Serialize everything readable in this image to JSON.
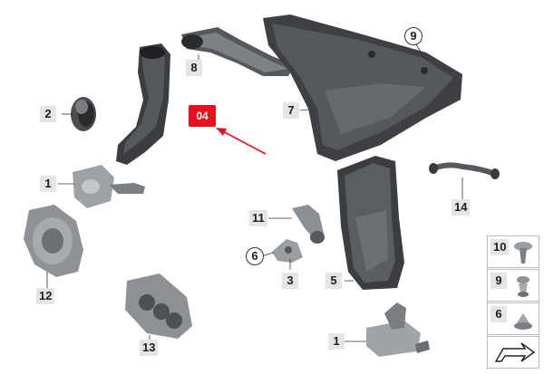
{
  "diagram": {
    "highlight_label": "04",
    "callouts": {
      "c1_top": "1",
      "c2": "2",
      "c3": "3",
      "c5": "5",
      "c6": "6",
      "c7": "7",
      "c8": "8",
      "c9": "9",
      "c11": "11",
      "c12": "12",
      "c13": "13",
      "c14": "14",
      "c1_bottom": "1"
    },
    "legend": [
      {
        "label": "10",
        "icon": "push-clip-icon"
      },
      {
        "label": "9",
        "icon": "expanding-rivet-icon"
      },
      {
        "label": "6",
        "icon": "cone-nut-icon"
      },
      {
        "label": "",
        "icon": "direction-arrow-icon"
      }
    ],
    "colors": {
      "highlight": "#e8101c",
      "arrow": "#e8101c",
      "part_dark": "#3b3d40",
      "part_mid": "#6f7276",
      "part_light": "#9da0a4"
    }
  }
}
